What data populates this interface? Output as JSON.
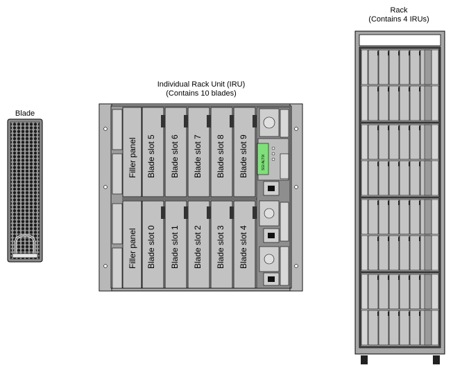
{
  "blade": {
    "title": "Blade"
  },
  "iru": {
    "title_line1": "Individual Rack Unit (IRU)",
    "title_line2": "(Contains 10 blades)",
    "top_row": [
      "Filler panel",
      "Blade slot 5",
      "Blade slot 6",
      "Blade slot 7",
      "Blade slot 8",
      "Blade slot 9"
    ],
    "bottom_row": [
      "Filler panel",
      "Blade slot 0",
      "Blade slot 1",
      "Blade slot 2",
      "Blade slot 3",
      "Blade slot 4"
    ],
    "lcd_text": "SGI ALTIX"
  },
  "rack": {
    "title_line1": "Rack",
    "title_line2": "(Contains 4 IRUs)",
    "iru_count": 4
  },
  "colors": {
    "metal": "#b4b4b4",
    "metal_dark": "#8a8a8a",
    "blade_panel": "#c2c2c2",
    "lcd": "#7fe07a"
  }
}
